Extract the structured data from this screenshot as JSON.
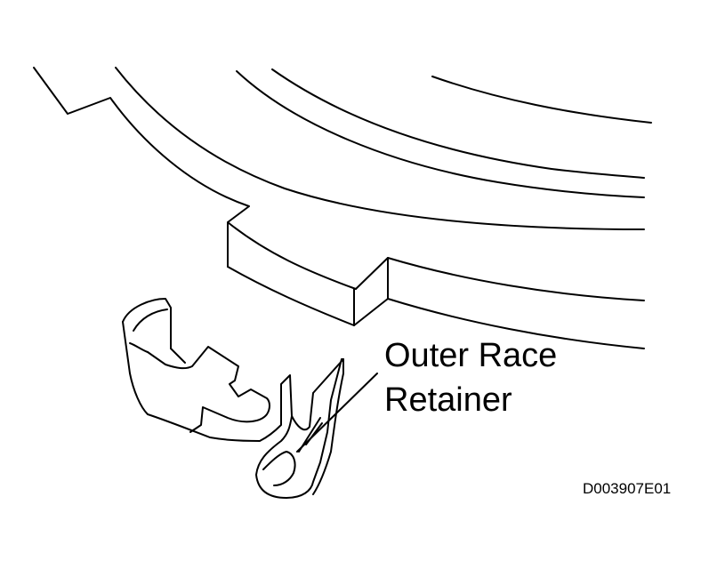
{
  "callout": {
    "line1": "Outer Race",
    "line2": "Retainer"
  },
  "figure_id": "D003907E01",
  "colors": {
    "ink": "#000000",
    "background": "#ffffff"
  }
}
